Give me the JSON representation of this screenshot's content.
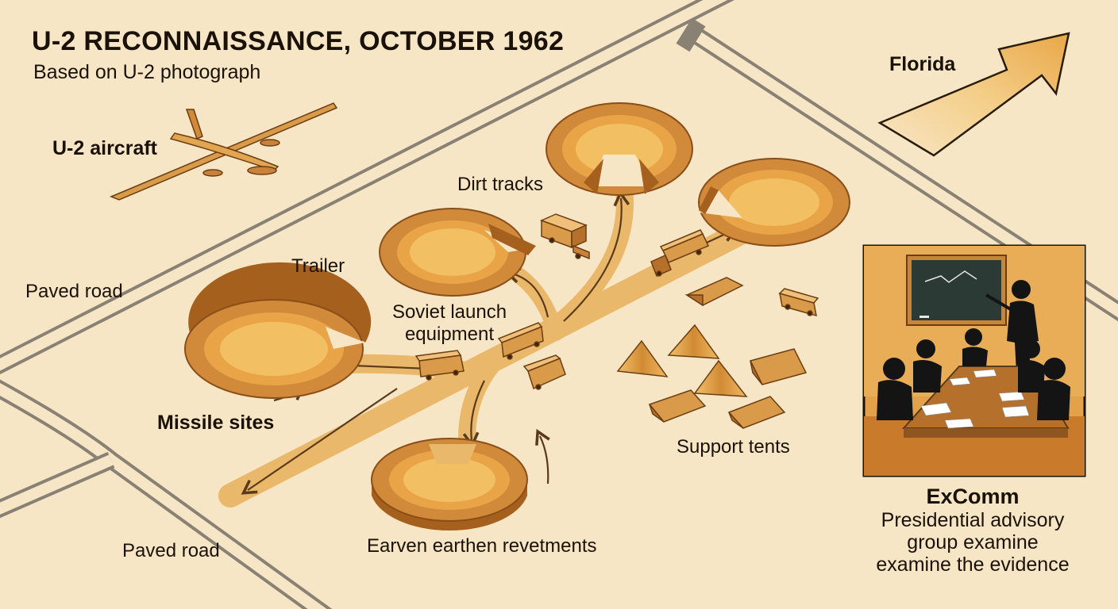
{
  "header": {
    "title": "U-2 RECONNAISSANCE, OCTOBER 1962",
    "subtitle": "Based on U-2 photograph"
  },
  "labels": {
    "aircraft": "U-2 aircraft",
    "florida": "Florida",
    "dirt_tracks": "Dirt tracks",
    "trailer": "Trailer",
    "paved_road_upper": "Paved road",
    "paved_road_lower": "Paved road",
    "launch_equipment_line1": "Soviet launch",
    "launch_equipment_line2": "equipment",
    "missile_sites": "Missile sites",
    "support_tents": "Support tents",
    "revetments": "Earven earthen revetments"
  },
  "excomm": {
    "title": "ExComm",
    "caption_line1": "Presidential advisory",
    "caption_line2": "group examine",
    "caption_line3": "examine the evidence"
  },
  "colors": {
    "background": "#f7e6c6",
    "road": "#8a8175",
    "track": "#eab86a",
    "revetment": "#d08a3a",
    "revetment_dark": "#a5601e",
    "pit": "#f2bf62",
    "vehicle": "#d99a4a",
    "panel": "#e3a24a",
    "silhouette": "#141414"
  },
  "icons": [
    "airplane-icon",
    "arrow-icon",
    "truck-icon",
    "tent-icon",
    "trailer-icon",
    "presenter-icon",
    "chalkboard-icon"
  ]
}
